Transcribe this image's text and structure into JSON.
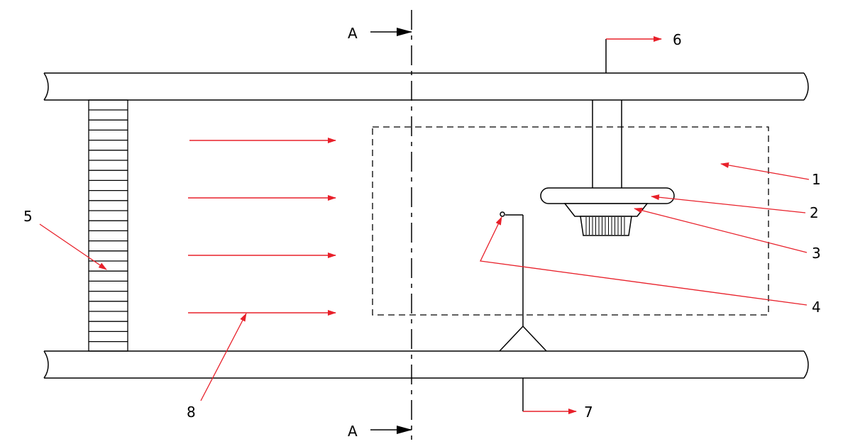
{
  "section_label_top": "A",
  "section_label_bottom": "A",
  "callouts": [
    "1",
    "2",
    "3",
    "4",
    "5",
    "6",
    "7",
    "8"
  ],
  "colors": {
    "line": "#000000",
    "callout": "#e8202a",
    "background": "#ffffff"
  }
}
